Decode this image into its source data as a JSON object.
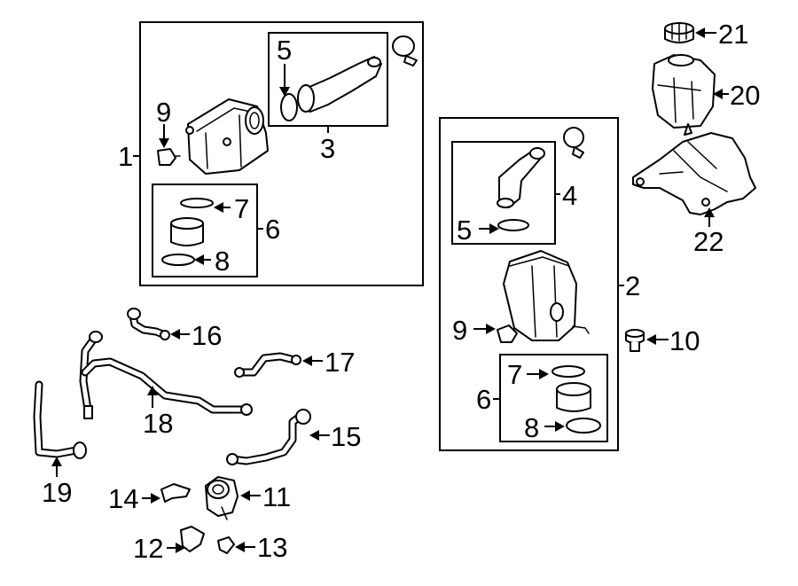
{
  "callouts": {
    "c1": "1",
    "c2": "2",
    "c3": "3",
    "c4": "4",
    "c5a": "5",
    "c5b": "5",
    "c6a": "6",
    "c6b": "6",
    "c7a": "7",
    "c7b": "7",
    "c8a": "8",
    "c8b": "8",
    "c9a": "9",
    "c9b": "9",
    "c10": "10",
    "c11": "11",
    "c12": "12",
    "c13": "13",
    "c14": "14",
    "c15": "15",
    "c16": "16",
    "c17": "17",
    "c18": "18",
    "c19": "19",
    "c20": "20",
    "c21": "21",
    "c22": "22"
  }
}
